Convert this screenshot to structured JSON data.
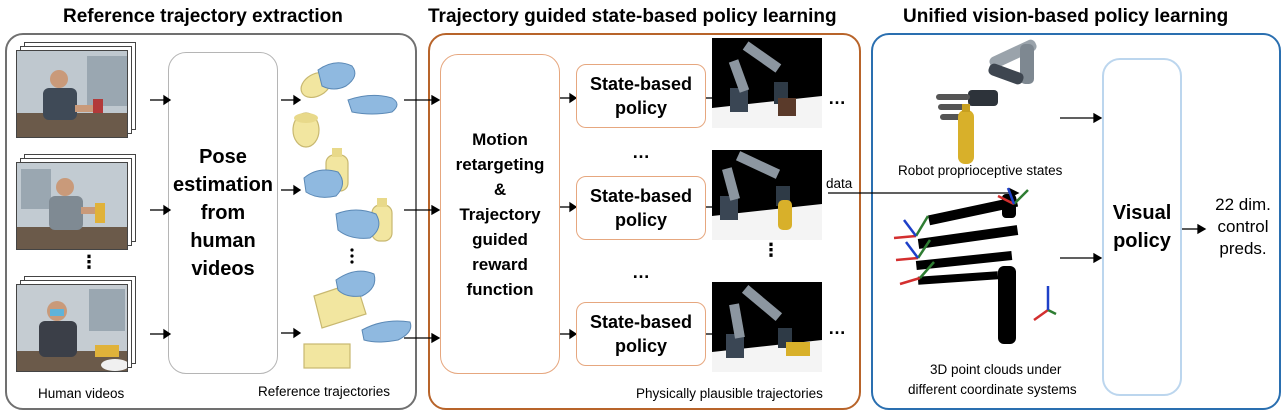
{
  "sections": {
    "extraction_title": "Reference trajectory extraction",
    "state_title": "Trajectory guided state-based policy learning",
    "vision_title": "Unified vision-based policy learning"
  },
  "extraction": {
    "pose_lines": [
      "Pose",
      "estimation",
      "from",
      "human",
      "videos"
    ],
    "human_videos_label": "Human videos",
    "reference_trajectories_label": "Reference trajectories",
    "vertical_dots": "⋮"
  },
  "state": {
    "motion_lines": [
      "Motion",
      "retargeting",
      "&",
      "Trajectory",
      "guided",
      "reward",
      "function"
    ],
    "policy_line1": "State-based",
    "policy_line2": "policy",
    "dots": "…",
    "vertical_dots": "⋮",
    "trajectories_label": "Physically plausible trajectories"
  },
  "vision": {
    "data_label": "data",
    "proprio_label": "Robot proprioceptive states",
    "pointcloud_label_1": "3D point clouds under",
    "pointcloud_label_2": "different coordinate systems",
    "visual_policy_line1": "Visual",
    "visual_policy_line2": "policy",
    "output_lines": [
      "22 dim.",
      "control",
      "preds."
    ]
  },
  "colors": {
    "panel1_border": "#707070",
    "panel2_border": "#b8642a",
    "panel3_border": "#2a6fb0",
    "pose_box_border": "#b5b5b5",
    "motion_box_border": "#e6a77f",
    "visual_box_border": "#bcd6ee",
    "hand_blue": "#8fb9e0",
    "object_yellow": "#f2e6a0"
  }
}
